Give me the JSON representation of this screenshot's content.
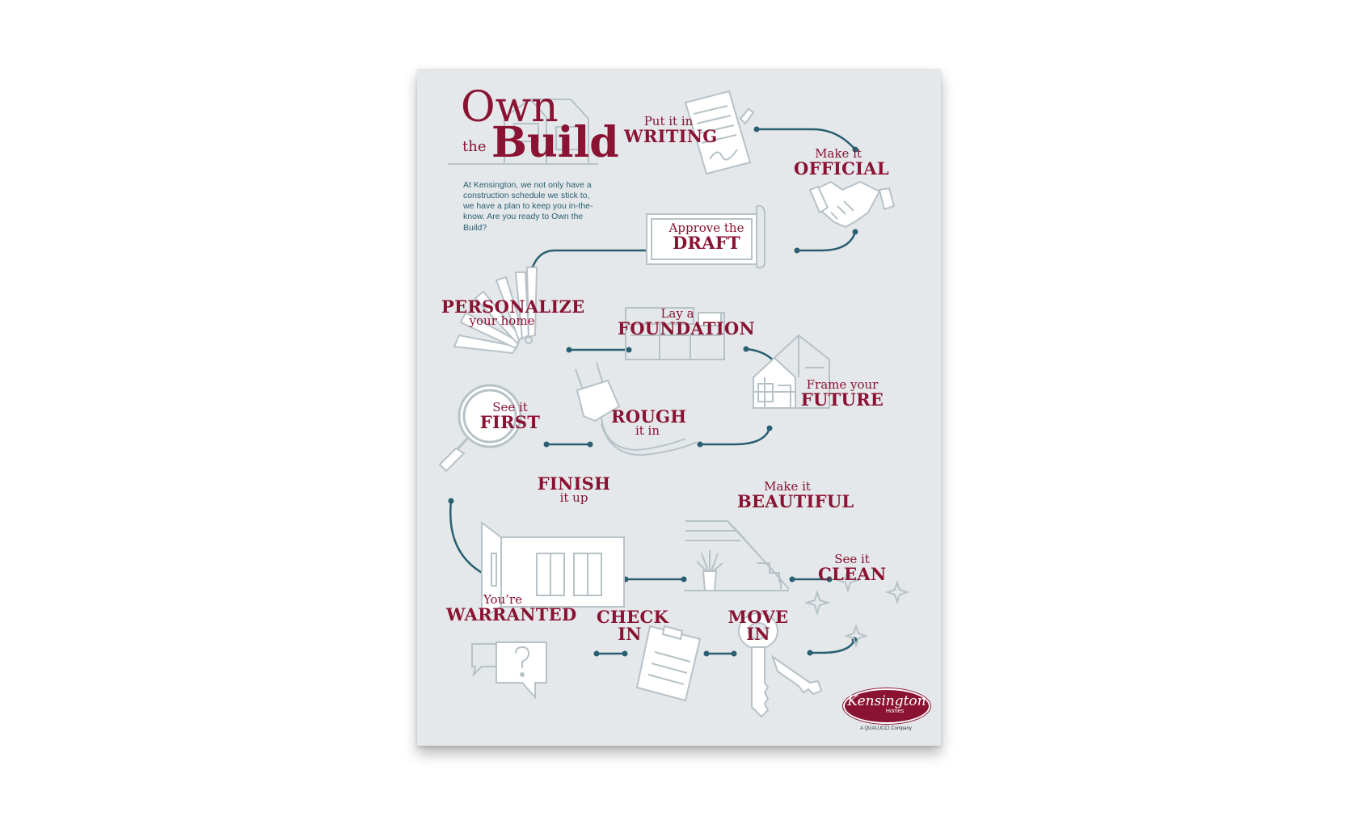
{
  "title": {
    "own": "Own",
    "the": "the",
    "build": "Build"
  },
  "intro": "At Kensington, we not only have a construction schedule we stick to, we have a plan to keep you in-the-know. Are you ready to Own the Build?",
  "steps": {
    "writing": {
      "small": "Put it in",
      "large": "WRITING"
    },
    "official": {
      "small": "Make it",
      "large": "OFFICIAL"
    },
    "draft": {
      "small": "Approve the",
      "large": "DRAFT"
    },
    "personalize": {
      "large": "PERSONALIZE",
      "small": "your home"
    },
    "foundation": {
      "small": "Lay a",
      "large": "FOUNDATION"
    },
    "frame": {
      "small": "Frame your",
      "large": "FUTURE"
    },
    "rough": {
      "large": "ROUGH",
      "small": "it in"
    },
    "first": {
      "small": "See it",
      "large": "FIRST"
    },
    "finish": {
      "large": "FINISH",
      "small": "it up"
    },
    "beautiful": {
      "small": "Make it",
      "large": "BEAUTIFUL"
    },
    "clean": {
      "small": "See it",
      "large": "CLEAN"
    },
    "movein": {
      "line1": "MOVE",
      "line2": "IN"
    },
    "checkin": {
      "line1": "CHECK",
      "line2": "IN"
    },
    "warranted": {
      "small": "You’re",
      "large": "WARRANTED"
    }
  },
  "logo": {
    "name": "Kensington",
    "sub": "Homes",
    "tagline": "A QUALUCCI Company"
  },
  "colors": {
    "accent": "#8a1232",
    "path": "#2a5f72",
    "icon": "#b7c2c7",
    "poster": "#e4e8ea"
  }
}
